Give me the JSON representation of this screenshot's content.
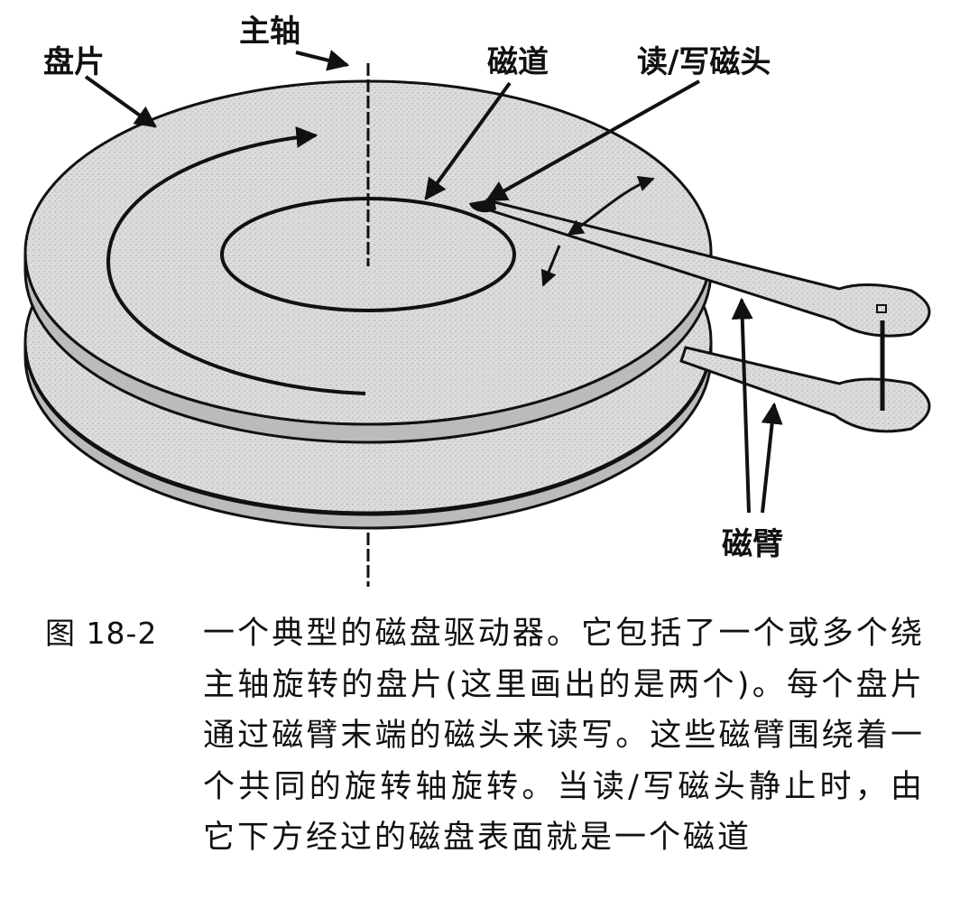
{
  "labels": {
    "platter": "盘片",
    "spindle": "主轴",
    "track": "磁道",
    "rw_head": "读/写磁头",
    "arm": "磁臂"
  },
  "caption": {
    "number": "图 18-2",
    "text": "一个典型的磁盘驱动器。它包括了一个或多个绕主轴旋转的盘片(这里画出的是两个)。每个盘片通过磁臂末端的磁头来读写。这些磁臂围绕着一个共同的旋转轴旋转。当读/写磁头静止时，由它下方经过的磁盘表面就是一个磁道"
  }
}
